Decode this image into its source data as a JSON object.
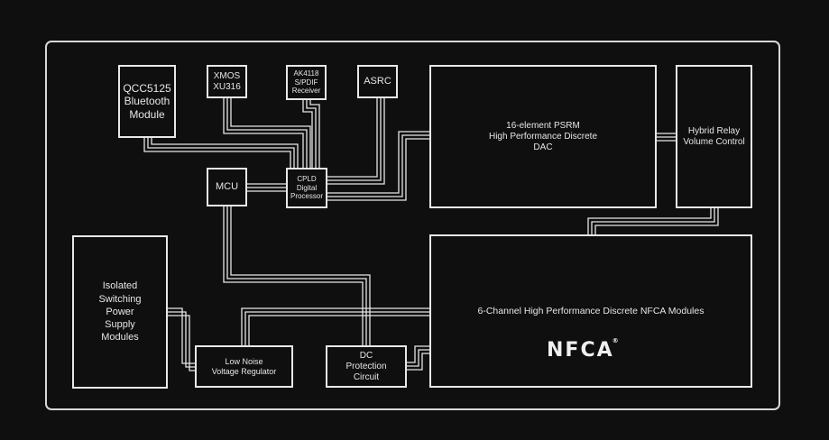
{
  "diagram": {
    "blocks": {
      "bluetooth": "QCC5125\nBluetooth\nModule",
      "xmos": "XMOS\nXU316",
      "spdif": "AK4118\nS/PDIF\nReceiver",
      "asrc": "ASRC",
      "dac": "16-element PSRM\nHigh Performance Discrete\nDAC",
      "volume": "Hybrid Relay\nVolume Control",
      "mcu": "MCU",
      "cpld": "CPLD\nDigital\nProcessor",
      "power": "Isolated\nSwitching\nPower\nSupply\nModules",
      "regulator": "Low Noise\nVoltage Regulator",
      "dc_protection": "DC\nProtection\nCircuit",
      "nfca_modules": "6-Channel High Performance Discrete NFCA Modules"
    },
    "logo": {
      "text": "NFCA",
      "mark": "®"
    },
    "connections": [
      [
        "bluetooth",
        "cpld"
      ],
      [
        "xmos",
        "cpld"
      ],
      [
        "spdif",
        "cpld"
      ],
      [
        "asrc",
        "cpld"
      ],
      [
        "cpld",
        "dac"
      ],
      [
        "mcu",
        "cpld"
      ],
      [
        "dac",
        "volume"
      ],
      [
        "volume",
        "nfca_modules"
      ],
      [
        "mcu",
        "dc_protection"
      ],
      [
        "power",
        "regulator"
      ],
      [
        "regulator",
        "nfca_modules"
      ],
      [
        "dc_protection",
        "nfca_modules"
      ]
    ],
    "colors": {
      "background": "#0f0f0f",
      "line": "#e8e8e8"
    }
  }
}
